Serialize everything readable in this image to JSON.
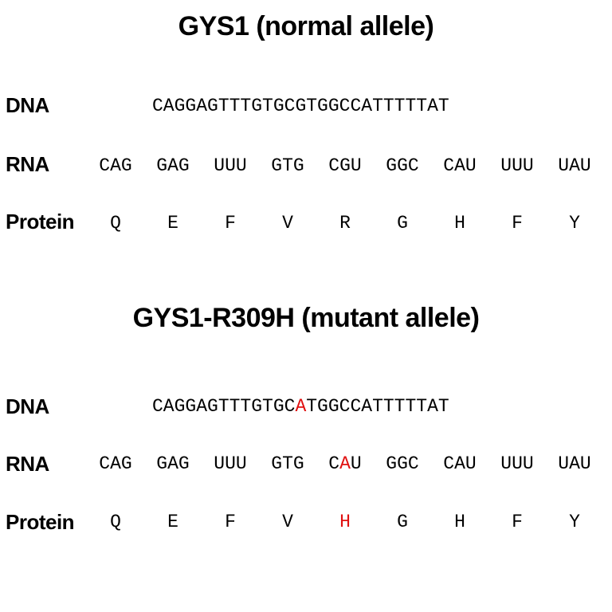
{
  "normal": {
    "title": "GYS1 (normal allele)",
    "labels": {
      "dna": "DNA",
      "rna": "RNA",
      "protein": "Protein"
    },
    "dna": {
      "before": "CAGGAGTTTGTGC",
      "mut": "G",
      "after": "TGGCCATTTTTAT"
    },
    "codons": [
      "CAG",
      "GAG",
      "UUU",
      "GTG",
      "CGU",
      "GGC",
      "CAU",
      "UUU",
      "UAU"
    ],
    "amino_acids": [
      "Q",
      "E",
      "F",
      "V",
      "R",
      "G",
      "H",
      "F",
      "Y"
    ]
  },
  "mutant": {
    "title": "GYS1-R309H (mutant allele)",
    "labels": {
      "dna": "DNA",
      "rna": "RNA",
      "protein": "Protein"
    },
    "dna": {
      "before": "CAGGAGTTTGTGC",
      "mut": "A",
      "after": "TGGCCATTTTTAT"
    },
    "codons": [
      "CAG",
      "GAG",
      "UUU",
      "GTG",
      "C",
      "GGC",
      "CAU",
      "UUU",
      "UAU"
    ],
    "mut_codon": {
      "pre": "C",
      "mut": "A",
      "post": "U"
    },
    "amino_acids": [
      "Q",
      "E",
      "F",
      "V",
      "H",
      "G",
      "H",
      "F",
      "Y"
    ]
  },
  "colors": {
    "mutation": "#e01010",
    "text": "#000000",
    "background": "#ffffff"
  }
}
